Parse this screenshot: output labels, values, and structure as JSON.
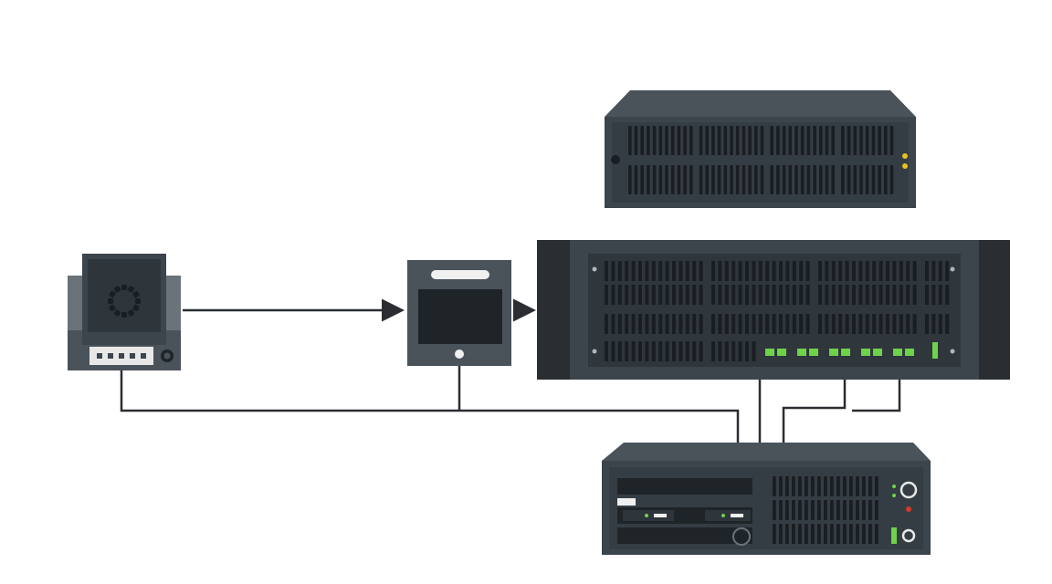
{
  "colors": {
    "background": "#ffffff",
    "device_dark": "#3c444c",
    "device_mid": "#4a525a",
    "panel_black": "#1f2428",
    "vent_slot": "#1a1e22",
    "cable": "#2a2e33",
    "led_green": "#6fd34a",
    "led_yellow": "#e8c020",
    "led_red": "#d23a2a",
    "accent_light": "#e8e8e8"
  },
  "devices": [
    {
      "name": "source-device",
      "icon": "camera-device-icon"
    },
    {
      "name": "converter-box",
      "icon": "display-box-icon"
    },
    {
      "name": "top-rack-unit",
      "icon": "rack-server-icon"
    },
    {
      "name": "main-rack-switch",
      "icon": "network-switch-icon"
    },
    {
      "name": "bottom-server",
      "icon": "server-icon"
    }
  ],
  "connections": [
    {
      "from": "source-device",
      "to": "converter-box",
      "style": "arrow"
    },
    {
      "from": "converter-box",
      "to": "main-rack-switch",
      "style": "arrow"
    },
    {
      "from": "source-device",
      "to": "bottom-server",
      "style": "line"
    },
    {
      "from": "converter-box",
      "to": "bottom-server",
      "style": "line"
    },
    {
      "from": "main-rack-switch",
      "to": "bottom-server",
      "style": "line"
    }
  ]
}
